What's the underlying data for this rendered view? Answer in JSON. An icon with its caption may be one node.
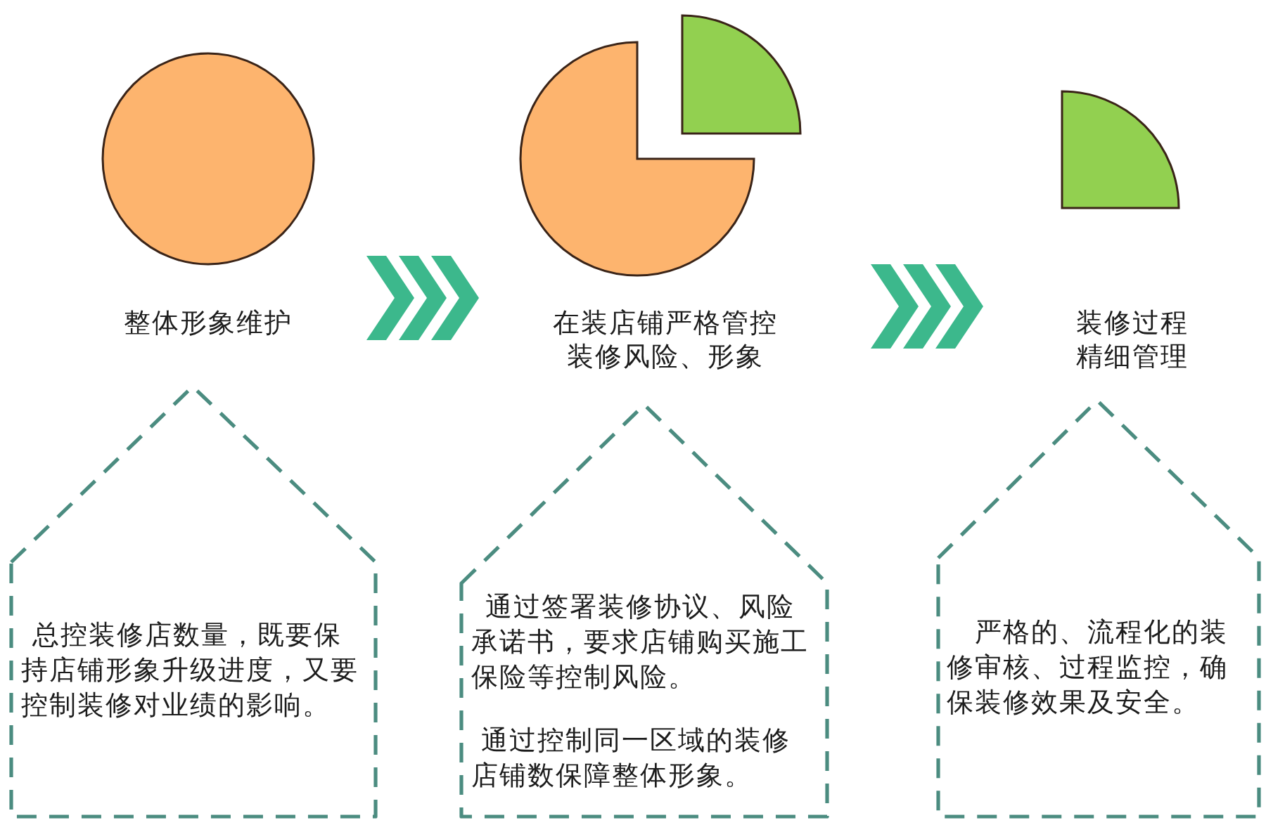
{
  "diagram": {
    "nodes": [
      {
        "text": [],
        "shape": "circle"
      },
      {
        "text": [],
        "shape": "pie"
      },
      {
        "text": [],
        "shape": "sector"
      },
      {
        "text": [
          "整体形象维护"
        ]
      },
      {
        "text": [
          "在装店铺严格管控装修风险、形象"
        ]
      },
      {
        "text": [
          "装修过程精细管理"
        ]
      },
      {
        "text": [
          "总控装修店数量，既要保持店铺形象升级进度，又要控制装修对业绩的影响。"
        ]
      },
      {
        "text": [
          "通过签署装修协议、风险承诺书，要求店铺购买施工保险等控制风险。",
          "通过控制同一区域的装修店铺数保障整体形象。"
        ]
      },
      {
        "text": [
          "严格的、流程化的装修审核、过程监控，确保装修效果及安全。"
        ]
      }
    ],
    "edges": [
      {
        "from": 3,
        "to": 4,
        "arrow": "to"
      },
      {
        "from": 4,
        "to": 5,
        "arrow": "to"
      }
    ]
  }
}
